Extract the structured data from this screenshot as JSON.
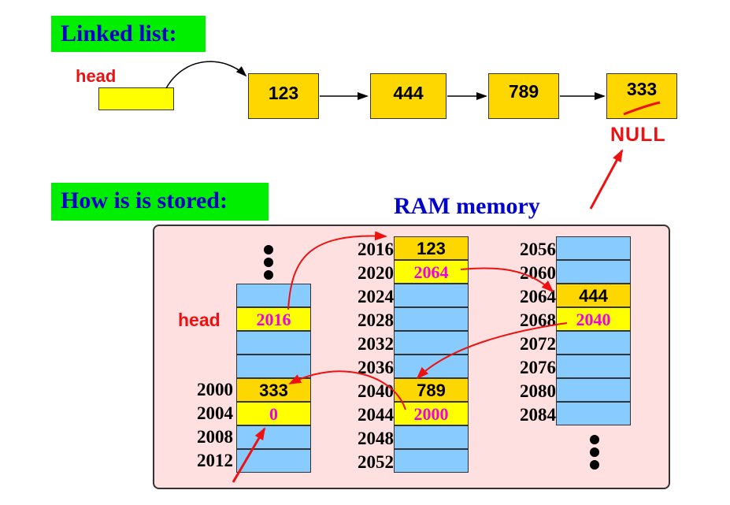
{
  "title_linked_list": "Linked list:",
  "title_stored": "How is is stored:",
  "ram_title": "RAM memory",
  "head_label": "head",
  "null_label": "NULL",
  "list_nodes": [
    "123",
    "444",
    "789",
    "333"
  ],
  "memory": {
    "head_label": "head",
    "col1": [
      {
        "kind": "empty",
        "value": ""
      },
      {
        "kind": "ptr",
        "value": "2016"
      },
      {
        "kind": "empty",
        "value": ""
      },
      {
        "kind": "empty",
        "value": ""
      },
      {
        "kind": "val",
        "value": "333"
      },
      {
        "kind": "ptr",
        "value": "0"
      },
      {
        "kind": "empty",
        "value": ""
      },
      {
        "kind": "empty",
        "value": ""
      }
    ],
    "col1_addrs": [
      "",
      "",
      "",
      "",
      "2000",
      "2004",
      "2008",
      "2012"
    ],
    "col2": [
      {
        "kind": "val",
        "value": "123"
      },
      {
        "kind": "ptr",
        "value": "2064"
      },
      {
        "kind": "empty",
        "value": ""
      },
      {
        "kind": "empty",
        "value": ""
      },
      {
        "kind": "empty",
        "value": ""
      },
      {
        "kind": "empty",
        "value": ""
      },
      {
        "kind": "val",
        "value": "789"
      },
      {
        "kind": "ptr",
        "value": "2000"
      },
      {
        "kind": "empty",
        "value": ""
      },
      {
        "kind": "empty",
        "value": ""
      }
    ],
    "col2_addrs": [
      "2016",
      "2020",
      "2024",
      "2028",
      "2032",
      "2036",
      "2040",
      "2044",
      "2048",
      "2052"
    ],
    "col3": [
      {
        "kind": "empty",
        "value": ""
      },
      {
        "kind": "empty",
        "value": ""
      },
      {
        "kind": "val",
        "value": "444"
      },
      {
        "kind": "ptr",
        "value": "2040"
      },
      {
        "kind": "empty",
        "value": ""
      },
      {
        "kind": "empty",
        "value": ""
      },
      {
        "kind": "empty",
        "value": ""
      },
      {
        "kind": "empty",
        "value": ""
      }
    ],
    "col3_addrs": [
      "2056",
      "2060",
      "2064",
      "2068",
      "2072",
      "2076",
      "2080",
      "2084"
    ]
  },
  "colors": {
    "label_bg": "#00ee00",
    "label_text": "#0000cc",
    "node_fill": "#ffd700",
    "pointer_fill": "#ffff00",
    "empty_cell": "#88ccff",
    "panel_bg": "#ffe0e0",
    "arrow_red": "#ee1111",
    "pointer_text": "#ee00ee"
  }
}
